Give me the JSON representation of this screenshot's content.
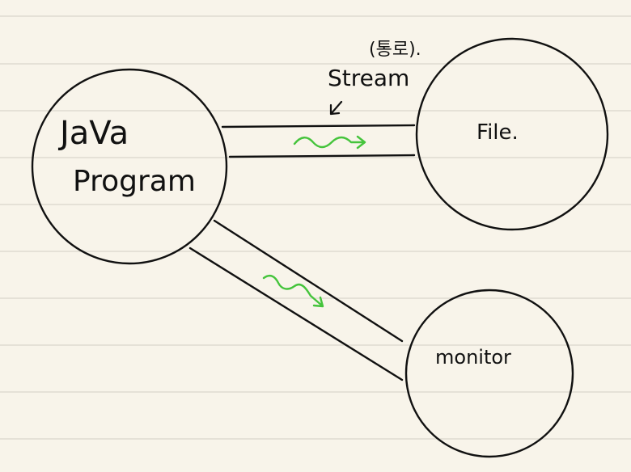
{
  "nodes": {
    "java_program": {
      "line1": "JaVa",
      "line2": "Program"
    },
    "file": {
      "label": "File."
    },
    "monitor": {
      "label": "monitor"
    }
  },
  "stream": {
    "label": "Stream",
    "korean_note": "(통로)."
  },
  "colors": {
    "ink": "#111111",
    "accent_green": "#45c43c",
    "paper": "#f8f4ea",
    "rule_line": "#d9d5cc"
  }
}
